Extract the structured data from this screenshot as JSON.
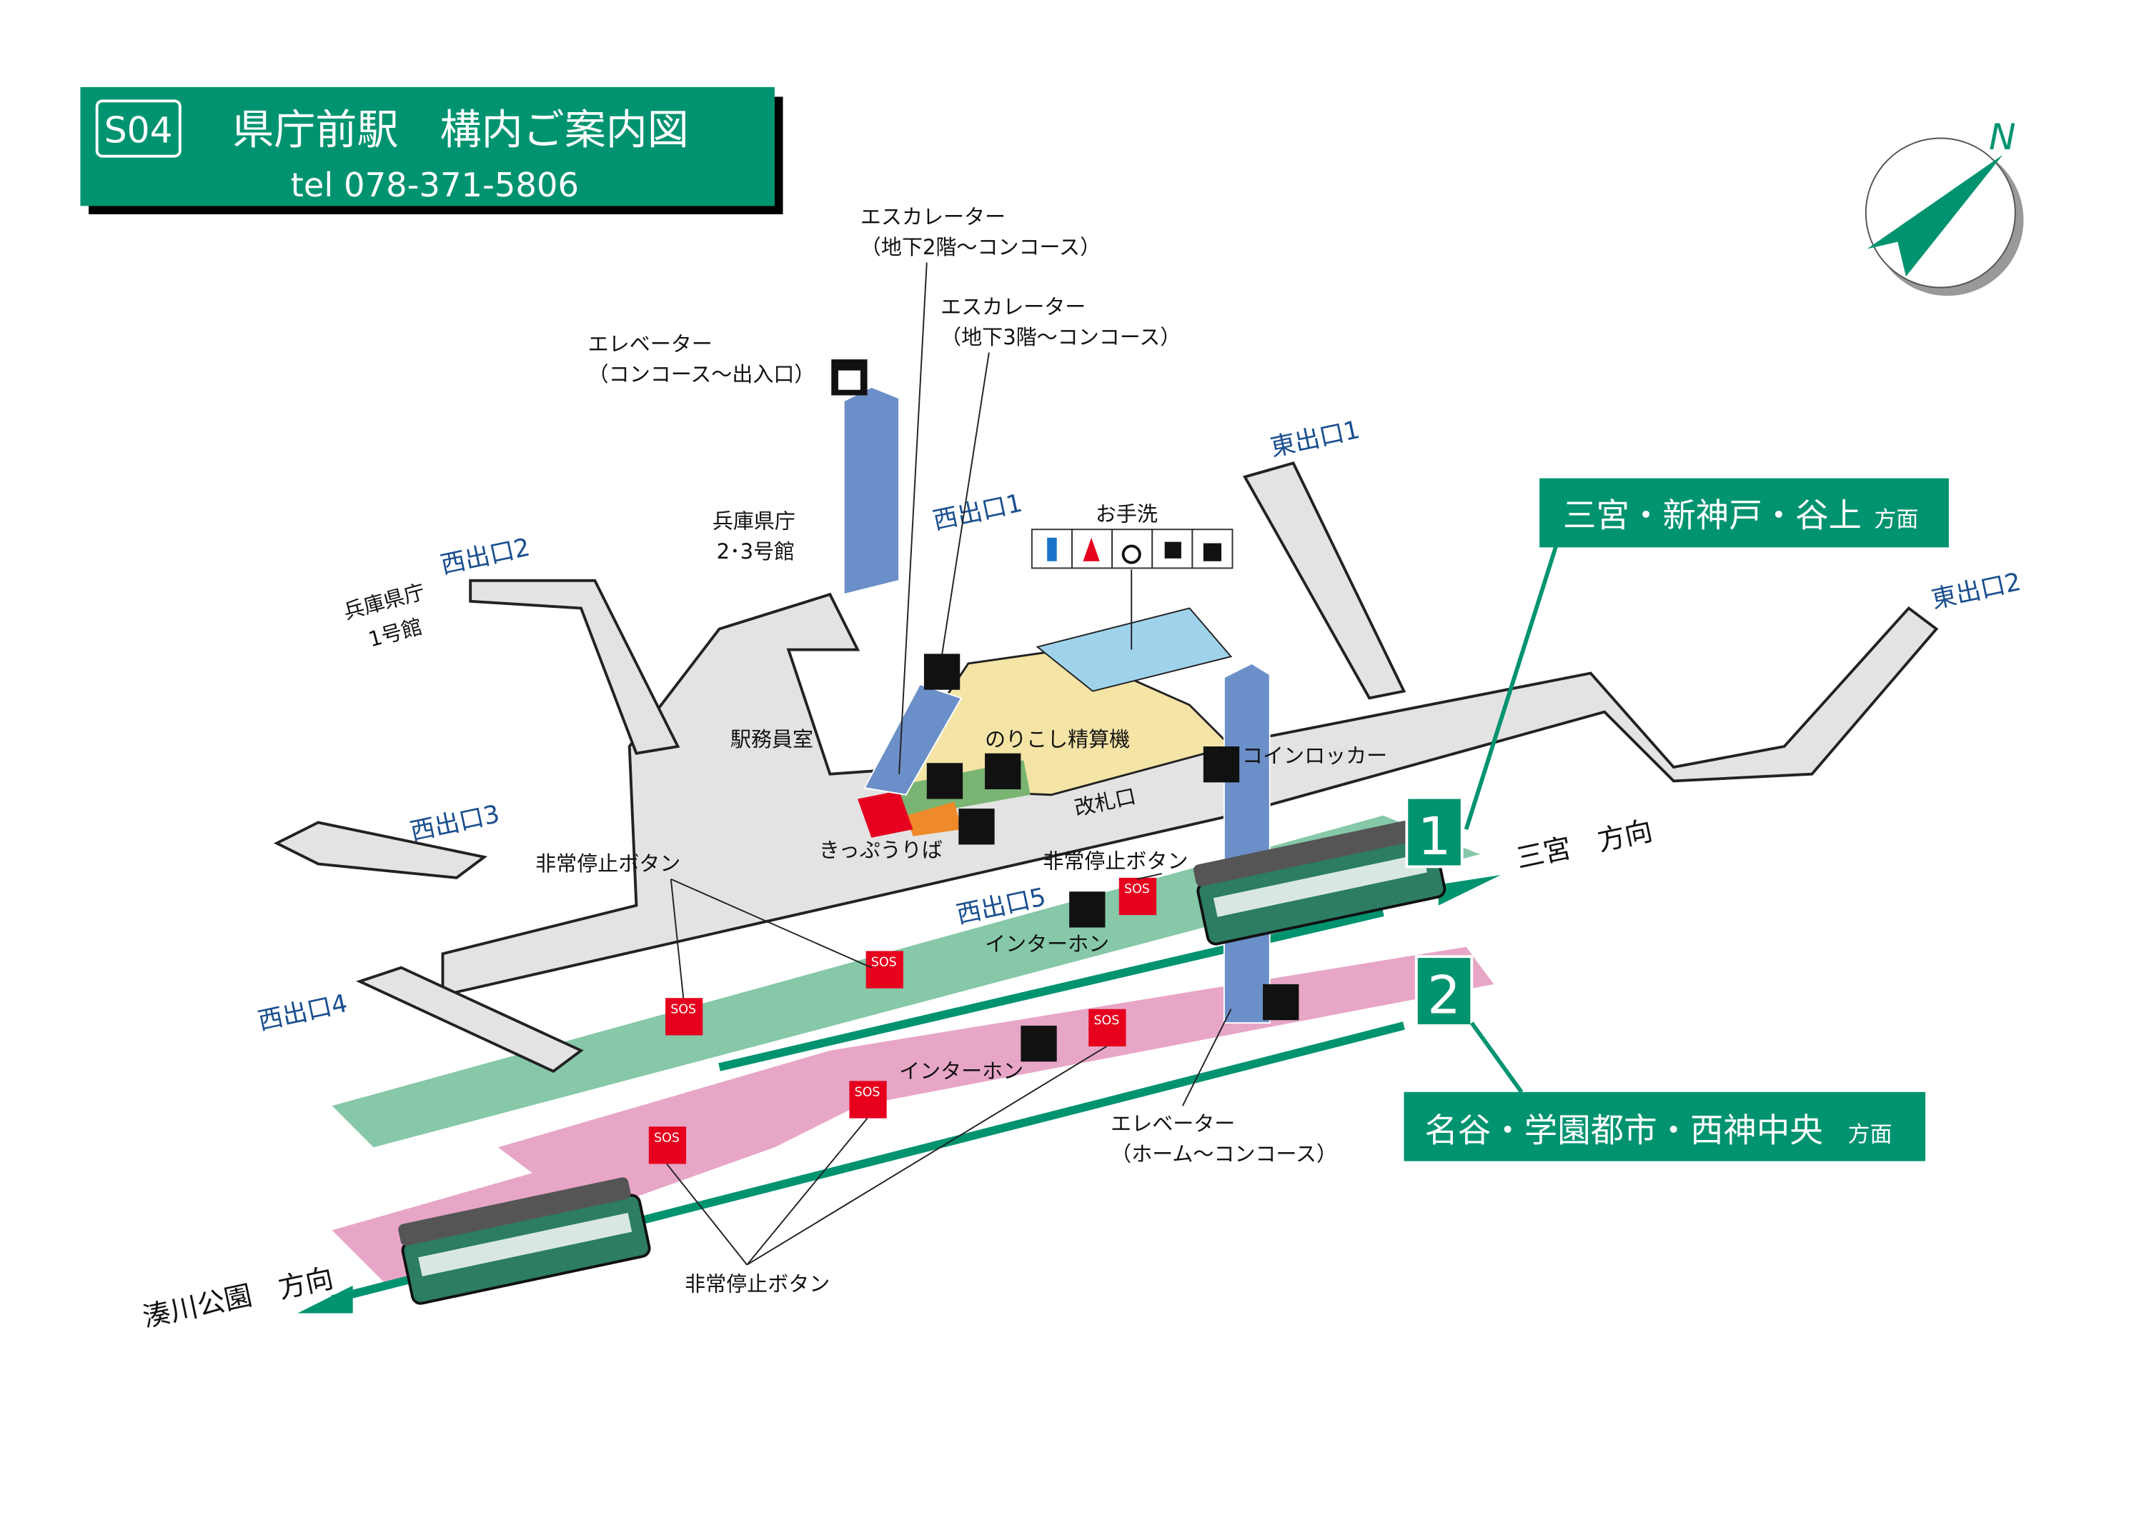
{
  "header": {
    "station_code": "S04",
    "title": "県庁前駅　構内ご案内図",
    "tel": "tel 078-371-5806"
  },
  "compass": {
    "label": "N"
  },
  "exits": {
    "west1": "西出口1",
    "west2": "西出口2",
    "west3": "西出口3",
    "west4": "西出口4",
    "west5": "西出口5",
    "east1": "東出口1",
    "east2": "東出口2"
  },
  "facilities": {
    "escalator_b2": [
      "エスカレーター",
      "（地下2階～コンコース）"
    ],
    "escalator_b3": [
      "エスカレーター",
      "（地下3階～コンコース）"
    ],
    "elevator_entrance": [
      "エレベーター",
      "（コンコース～出入口）"
    ],
    "elevator_platform": [
      "エレベーター",
      "（ホーム～コンコース）"
    ],
    "prefecture_23": [
      "兵庫県庁",
      "2･3号館"
    ],
    "prefecture_1": [
      "兵庫県庁",
      "1号館"
    ],
    "toilet": "お手洗",
    "station_office": "駅務員室",
    "fare_adjust": "のりこし精算機",
    "coin_locker": "コインロッカー",
    "ticket_gate": "改札口",
    "ticket_sales": "きっぷうりば",
    "emergency_button": "非常停止ボタン",
    "intercom": "インターホン",
    "sos": "SOS"
  },
  "platforms": [
    {
      "number": "1",
      "direction_box": "三宮・新神戸・谷上",
      "direction_suffix": "方面",
      "arrow_label": "三宮　方向"
    },
    {
      "number": "2",
      "direction_box": "名谷・学園都市・西神中央",
      "direction_suffix": "方面",
      "arrow_label": "湊川公園　方向"
    }
  ],
  "colors": {
    "brand": "#009370",
    "concourse": "#e3e3e3",
    "platform1": "#86c8a8",
    "platform2": "#e8a6c6",
    "elevator": "#6b8fc8",
    "toilet": "#9fd3ec",
    "gate_area": "#f4e4a6",
    "exit_text": "#1a4f8f",
    "sos": "#e6001e"
  }
}
